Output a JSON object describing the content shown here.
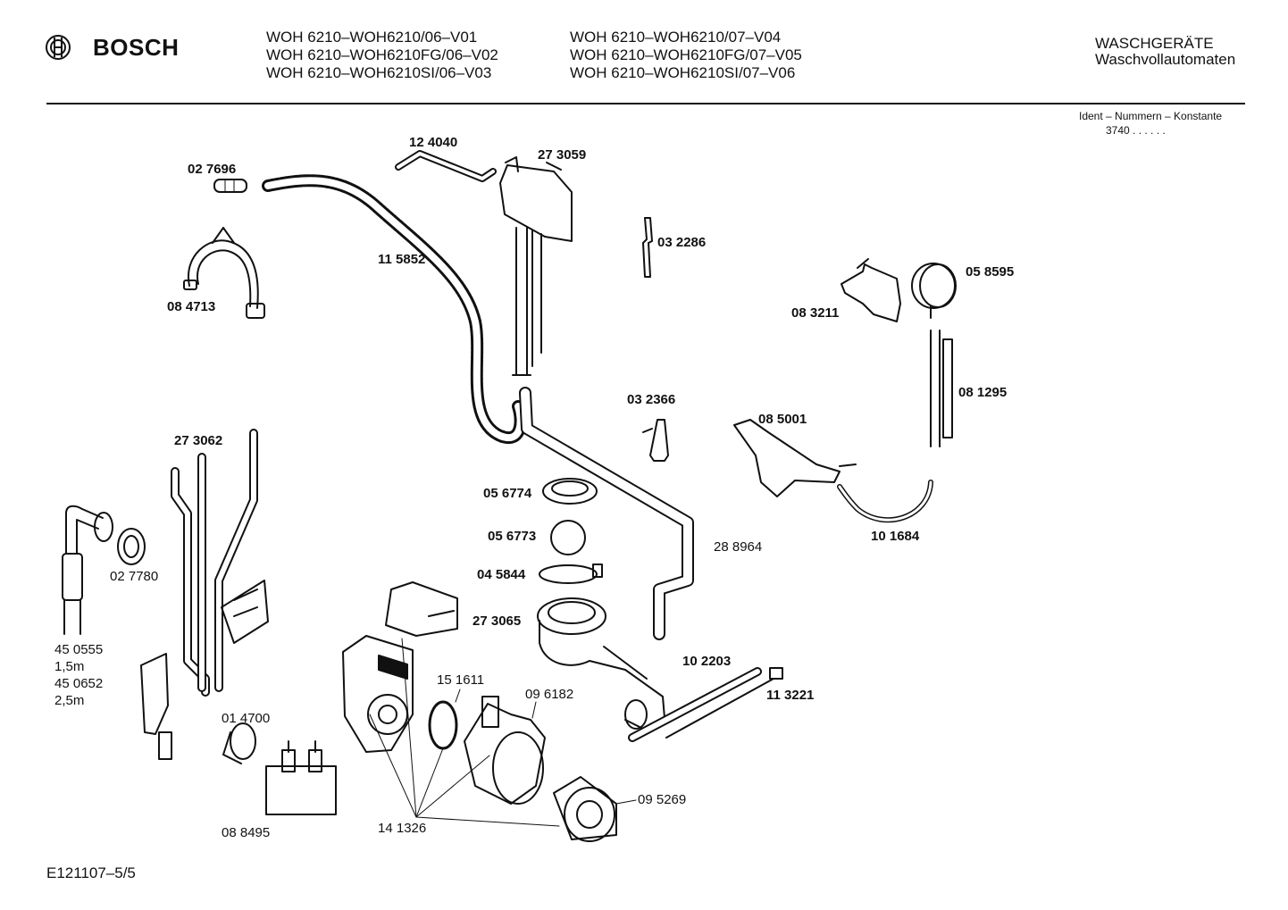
{
  "header": {
    "brand": "BOSCH",
    "models_col1": [
      "WOH 6210–WOH6210/06–V01",
      "WOH 6210–WOH6210FG/06–V02",
      "WOH 6210–WOH6210SI/06–V03"
    ],
    "models_col2": [
      "WOH 6210–WOH6210/07–V04",
      "WOH 6210–WOH6210FG/07–V05",
      "WOH 6210–WOH6210SI/07–V06"
    ],
    "category_line1": "WASCHGERÄTE",
    "category_line2": "Waschvollautomaten",
    "ident_line1": "Ident – Nummern – Konstante",
    "ident_line2": "3740  .  .   .  .  .  ."
  },
  "footer": {
    "code": "E121107–5/5"
  },
  "parts": [
    {
      "id": "02 7696"
    },
    {
      "id": "12 4040"
    },
    {
      "id": "27 3059"
    },
    {
      "id": "03 2286"
    },
    {
      "id": "11 5852"
    },
    {
      "id": "08 4713"
    },
    {
      "id": "05 8595"
    },
    {
      "id": "08 3211"
    },
    {
      "id": "08 1295"
    },
    {
      "id": "03 2366"
    },
    {
      "id": "08 5001"
    },
    {
      "id": "27 3062"
    },
    {
      "id": "05 6774"
    },
    {
      "id": "05 6773"
    },
    {
      "id": "28 8964"
    },
    {
      "id": "10 1684"
    },
    {
      "id": "02 7780"
    },
    {
      "id": "04 5844"
    },
    {
      "id": "27 3065"
    },
    {
      "id": "45 0555"
    },
    {
      "id": "1,5m"
    },
    {
      "id": "45 0652"
    },
    {
      "id": "2,5m"
    },
    {
      "id": "15 1611"
    },
    {
      "id": "09 6182"
    },
    {
      "id": "10 2203"
    },
    {
      "id": "11 3221"
    },
    {
      "id": "01 4700"
    },
    {
      "id": "09 5269"
    },
    {
      "id": "08 8495"
    },
    {
      "id": "14 1326"
    }
  ]
}
